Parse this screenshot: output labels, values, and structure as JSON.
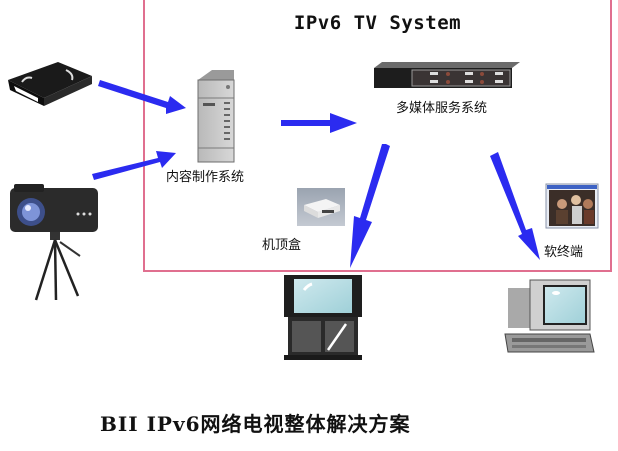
{
  "diagram": {
    "title": "IPv6 TV System",
    "caption": "BII IPv6网络电视整体解决方案",
    "colors": {
      "frame": "#e06f8f",
      "arrow": "#2b2bf0",
      "text": "#111111"
    },
    "nodes": {
      "vhs_tape": {
        "icon": "vhs-tape-icon"
      },
      "video_camera": {
        "icon": "video-camera-icon"
      },
      "content_production": {
        "label": "内容制作系统",
        "icon": "tower-server-icon"
      },
      "media_server": {
        "label": "多媒体服务系统",
        "icon": "rack-server-icon"
      },
      "set_top_box": {
        "label": "机顶盒",
        "icon": "set-top-box-icon"
      },
      "soft_terminal": {
        "label": "软终端",
        "icon": "video-window-icon"
      },
      "television": {
        "icon": "television-icon"
      },
      "pc": {
        "icon": "desktop-computer-icon"
      }
    },
    "edges": [
      {
        "from": "vhs_tape",
        "to": "content_production"
      },
      {
        "from": "video_camera",
        "to": "content_production"
      },
      {
        "from": "content_production",
        "to": "media_server"
      },
      {
        "from": "media_server",
        "to": "television"
      },
      {
        "from": "media_server",
        "to": "pc"
      }
    ]
  }
}
